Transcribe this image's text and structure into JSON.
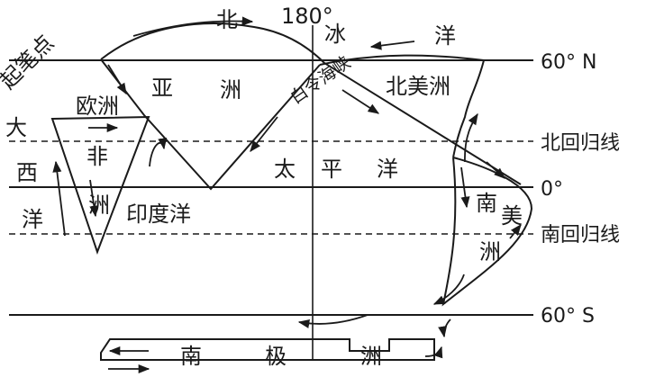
{
  "lines": {
    "n60": "60° N",
    "tropic_n": "北回归线",
    "equator": "0°",
    "tropic_s": "南回归线",
    "s60": "60° S",
    "meridian": "180°"
  },
  "labels": {
    "start": "起笔点",
    "bei": "北",
    "bing": "冰",
    "yang_top": "洋",
    "bering": "白令海峡",
    "north_america": "北美洲",
    "asia_ya": "亚",
    "asia_zhou": "洲",
    "europe": "欧洲",
    "atl_da": "大",
    "atl_xi": "西",
    "atl_yang": "洋",
    "africa_fei": "非",
    "africa_zhou": "洲",
    "indian_ocean": "印度洋",
    "pac_tai": "太",
    "pac_ping": "平",
    "pac_yang": "洋",
    "sa_nan": "南",
    "sa_mei": "美",
    "sa_zhou": "洲",
    "ant_nan": "南",
    "ant_ji": "极",
    "ant_zhou": "洲"
  }
}
